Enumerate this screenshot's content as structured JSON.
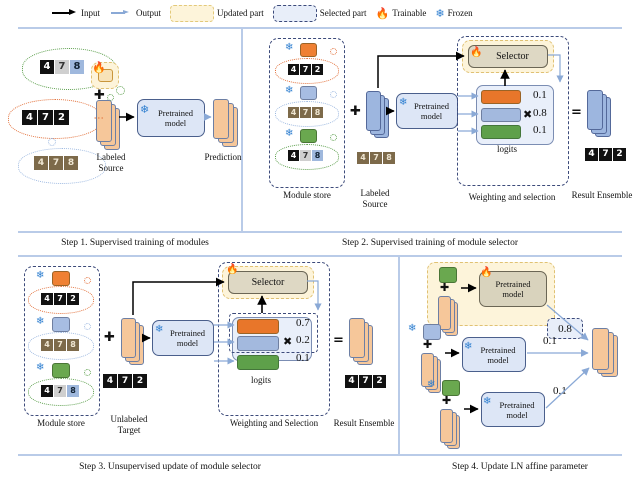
{
  "legend": {
    "items": [
      {
        "label": "Input",
        "icon": "black-arrow-icon"
      },
      {
        "label": "Output",
        "icon": "blue-arrow-icon"
      },
      {
        "label": "Updated part",
        "icon": "yellow-dashed-box-icon"
      },
      {
        "label": "Selected part",
        "icon": "blue-dashed-box-icon"
      },
      {
        "label": "Trainable",
        "icon": "flame-icon"
      },
      {
        "label": "Frozen",
        "icon": "snowflake-icon"
      }
    ]
  },
  "glyphs": {
    "flame": "🔥",
    "snowflake": "❄",
    "plus": "✚",
    "times": "✖",
    "equals": "="
  },
  "colors": {
    "orange": "#ef8033",
    "blue": "#a7bde2",
    "green": "#6aa84f",
    "accent_blue": "#8aa9d6",
    "updated_fill": "#fdf4da",
    "selected_fill": "#e8eef9",
    "selector_fill": "#ded8c4",
    "model_fill": "#dde6f6"
  },
  "captions": {
    "step1": "Step 1. Supervised training of modules",
    "step2": "Step 2. Supervised training of module selector",
    "step3": "Step 3. Unsupervised update of module selector",
    "step4": "Step 4. Update LN affine parameter"
  },
  "panel1": {
    "clouds": [
      {
        "color": "green",
        "digits": [
          "4",
          "7",
          "8"
        ],
        "style": "mnist"
      },
      {
        "color": "orange",
        "digits": [
          "4",
          "7",
          "2"
        ],
        "style": "mnist"
      },
      {
        "color": "blue",
        "digits": [
          "4",
          "7",
          "8"
        ],
        "style": "svhn"
      }
    ],
    "updated_module": {
      "name": "trainable-module",
      "icon": "flame-icon"
    },
    "source_label": "Labeled\nSource",
    "source_label_line1": "Labeled",
    "source_label_line2": "Source",
    "model_label": "Pretrained\nmodel",
    "model_label_line1": "Pretrained",
    "model_label_line2": "model",
    "model_state": "frozen",
    "output_label": "Prediction"
  },
  "panel2": {
    "store_label": "Module store",
    "store_items": [
      {
        "color": "orange",
        "state": "frozen",
        "digits": [
          "4",
          "7",
          "2"
        ],
        "style": "mnist"
      },
      {
        "color": "blue",
        "state": "frozen",
        "digits": [
          "4",
          "7",
          "8"
        ],
        "style": "svhn"
      },
      {
        "color": "green",
        "state": "frozen",
        "digits": [
          "4",
          "7",
          "8"
        ],
        "style": "mnist"
      }
    ],
    "input_label_line1": "Labeled",
    "input_label_line2": "Source",
    "input_digits": [
      "4",
      "7",
      "8"
    ],
    "input_digits_style": "svhn",
    "model_label_line1": "Pretrained",
    "model_label_line2": "model",
    "model_state": "frozen",
    "selector_label": "Selector",
    "selector_state": "trainable",
    "logits_label": "logits",
    "weights": [
      "0.1",
      "0.8",
      "0.1"
    ],
    "weighting_label": "Weighting and selection",
    "result_label": "Result Ensemble",
    "result_digits": [
      "4",
      "7",
      "2"
    ],
    "result_digits_style": "mnist"
  },
  "panel3": {
    "store_label": "Module store",
    "store_items": [
      {
        "color": "orange",
        "state": "frozen",
        "digits": [
          "4",
          "7",
          "2"
        ],
        "style": "mnist"
      },
      {
        "color": "blue",
        "state": "frozen",
        "digits": [
          "4",
          "7",
          "8"
        ],
        "style": "svhn"
      },
      {
        "color": "green",
        "state": "frozen",
        "digits": [
          "4",
          "7",
          "8"
        ],
        "style": "mnist"
      }
    ],
    "input_label_line1": "Unlabeled",
    "input_label_line2": "Target",
    "input_digits": [
      "4",
      "7",
      "2"
    ],
    "input_digits_style": "mnist",
    "model_label_line1": "Pretrained",
    "model_label_line2": "model",
    "model_state": "frozen",
    "selector_label": "Selector",
    "selector_state": "trainable",
    "logits_label": "logits",
    "weights": [
      "0.7",
      "0.2",
      "0.1"
    ],
    "weighting_label": "Weighting and Selection",
    "result_label": "Result Ensemble",
    "result_digits": [
      "4",
      "7",
      "2"
    ],
    "result_digits_style": "mnist"
  },
  "panel4": {
    "branches": [
      {
        "module_color": "green",
        "model_state": "trainable",
        "weight": "0.8",
        "weight_selected": true,
        "model_label_line1": "Pretrained",
        "model_label_line2": "model",
        "updated": true
      },
      {
        "module_color": "blue",
        "model_state": "frozen",
        "weight": "0.1",
        "weight_selected": false,
        "model_label_line1": "Pretrained",
        "model_label_line2": "model",
        "updated": false
      },
      {
        "module_color": "green",
        "model_state": "frozen",
        "weight": "0.1",
        "weight_selected": false,
        "model_label_line1": "Pretrained",
        "model_label_line2": "model",
        "updated": false
      }
    ]
  }
}
